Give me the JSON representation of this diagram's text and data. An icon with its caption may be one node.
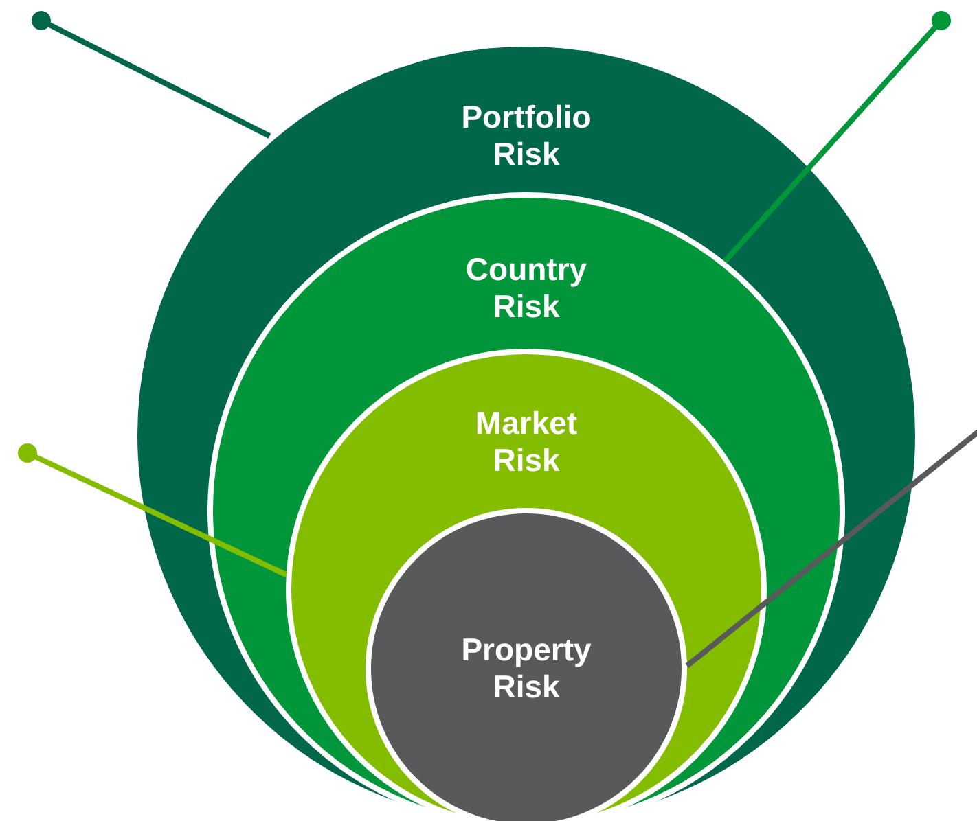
{
  "diagram": {
    "nodes": [
      {
        "text": [
          "Portfolio Risk"
        ]
      },
      {
        "text": [
          "Country Risk"
        ],
        "in": 0
      },
      {
        "text": [
          "Market Risk"
        ],
        "in": 1
      },
      {
        "text": [
          "Property Risk"
        ],
        "in": 2
      }
    ],
    "edges": [
      {
        "from": null,
        "to": 0,
        "arrow": "other",
        "color": "#00674a"
      },
      {
        "from": null,
        "to": 1,
        "arrow": "other",
        "color": "#009639"
      },
      {
        "from": null,
        "to": 2,
        "arrow": "other",
        "color": "#84bd00"
      },
      {
        "from": null,
        "to": 3,
        "arrow": "none",
        "color": "#58595b"
      }
    ]
  }
}
